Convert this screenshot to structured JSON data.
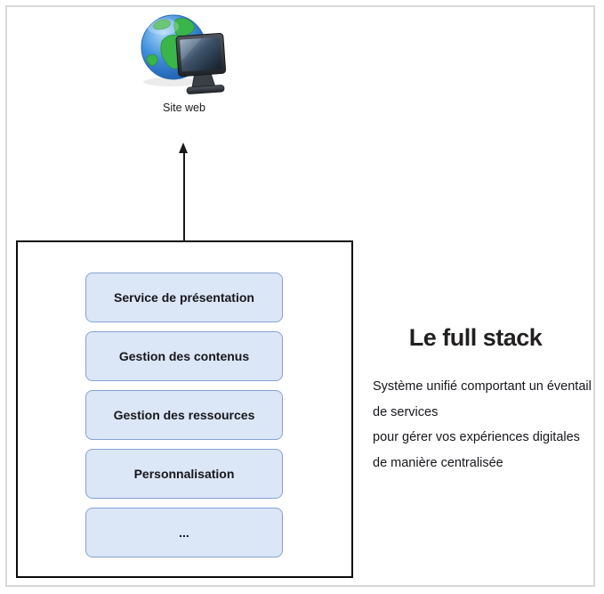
{
  "diagram": {
    "site": {
      "label": "Site web"
    },
    "stack": {
      "items": [
        {
          "label": "Service de présentation"
        },
        {
          "label": "Gestion des contenus"
        },
        {
          "label": "Gestion des ressources"
        },
        {
          "label": "Personnalisation"
        },
        {
          "label": "..."
        }
      ]
    },
    "panel": {
      "title": "Le full stack",
      "lines": [
        "Système unifié comportant un éventail",
        "de services",
        "pour gérer vos expériences digitales",
        "de manière centralisée"
      ]
    },
    "icons": {
      "site_icon": "globe-monitor-icon"
    },
    "colors": {
      "stack_box_fill": "#dbe6f6",
      "stack_box_border": "#85a3d6",
      "container_border": "#0b0b0b",
      "frame_border": "#d8d8d8",
      "arrow": "#1a1a1a",
      "globe_ocean": "#3f8fdc",
      "globe_land": "#3ab54a"
    }
  }
}
